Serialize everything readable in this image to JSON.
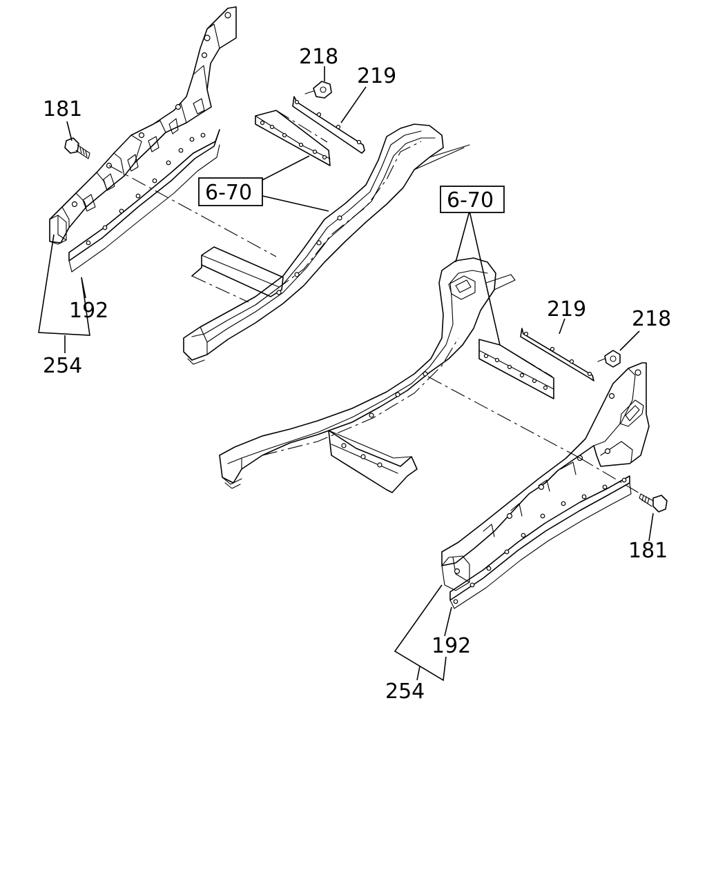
{
  "labels": {
    "bolt_left": "181",
    "nut_top": "218",
    "plate_top": "219",
    "ref_left": "6-70",
    "ref_right": "6-70",
    "rail_left": "192",
    "assy_left": "254",
    "plate_right": "219",
    "nut_right": "218",
    "bolt_right": "181",
    "rail_right": "192",
    "assy_right": "254"
  }
}
